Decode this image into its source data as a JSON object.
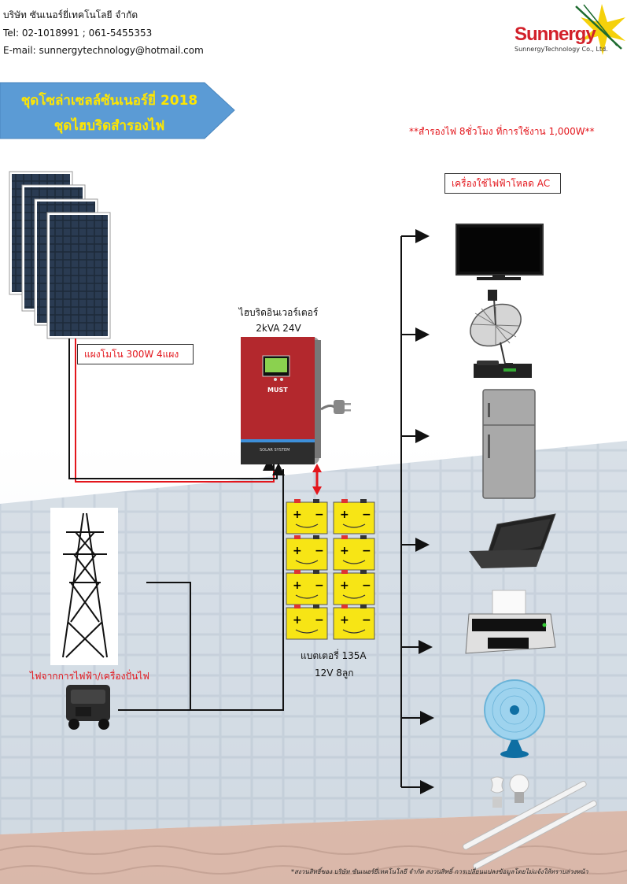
{
  "company": {
    "name": "บริษัท ซันเนอร์ยี่เทคโนโลยี จำกัด",
    "tel": "Tel: 02-1018991 ; 061-5455353",
    "email": "E-mail: sunnergytechnology@hotmail.com"
  },
  "logo": {
    "text": "Sunnergy",
    "subtext": "SunnergyTechnology Co., Ltd."
  },
  "banner": {
    "line1": "ชุดโซล่าเซลล์ซันเนอร์ยี่ 2018",
    "line2": "ชุดไฮบริดสำรองไฟ",
    "fill_color": "#5b9bd5",
    "text_color": "#ffe600"
  },
  "backup_note": "**สำรองไฟ 8ชั่วโมง ที่การใช้งาน 1,000W**",
  "load_label": "เครื่องใช้ไฟฟ้าโหลด AC",
  "solar_panels": {
    "label": "แผงโมโน 300W 4แผง"
  },
  "inverter": {
    "label_line1": "ไฮบริดอินเวอร์เตอร์",
    "label_line2": "2kVA 24V",
    "brand": "MUST",
    "body_color": "#b3282d"
  },
  "grid_source": {
    "label": "ไฟจากการไฟฟ้า/เครื่องปั่นไฟ"
  },
  "battery": {
    "label_line1": "แบตเตอรี่ 135A",
    "label_line2": "12V 8ลูก",
    "color": "#f7e515"
  },
  "loads": [
    "tv-icon",
    "satellite-dish-icon",
    "refrigerator-icon",
    "laptop-icon",
    "printer-icon",
    "fan-icon",
    "light-bulb-icon"
  ],
  "footer": "*สงวนสิทธิ์ของ บริษัท ซันเนอร์ยี่เทคโนโลยี จำกัด สงวนสิทธิ์ การเปลี่ยนแปลงข้อมูลโดยไม่แจ้งให้ทราบล่วงหน้า",
  "colors": {
    "dc_wire": "#e3161c",
    "ac_wire": "#111111",
    "accent_red": "#e3161c"
  }
}
